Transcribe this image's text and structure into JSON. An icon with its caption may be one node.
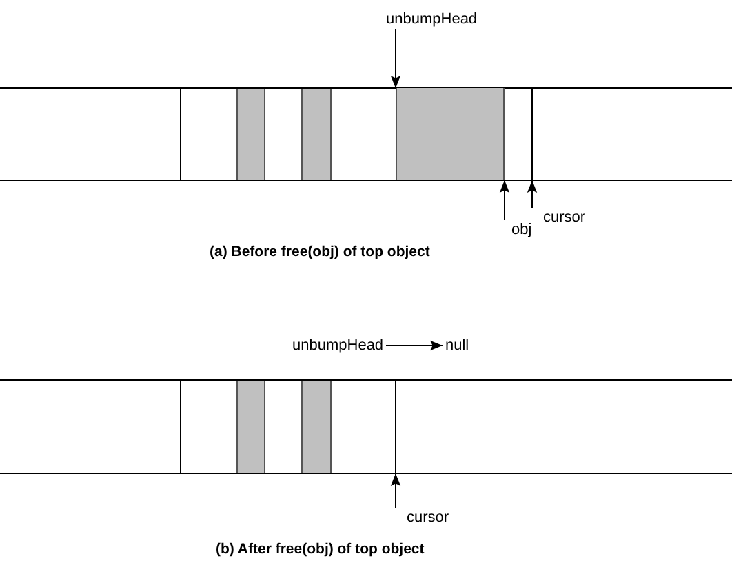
{
  "diagram": {
    "nodes": [
      {
        "text": [
          "unbumpHead"
        ]
      },
      {
        "text": [],
        "shape": "box"
      },
      {
        "text": [
          "obj"
        ]
      },
      {
        "text": [
          "cursor"
        ]
      },
      {
        "text": [
          "unbumpHead"
        ]
      },
      {
        "text": [
          "null"
        ]
      },
      {
        "text": [
          "cursor"
        ]
      }
    ],
    "edges": [
      {
        "from": 0,
        "to": 1,
        "arrow": "to"
      },
      {
        "from": 2,
        "to": 1,
        "arrow": "to"
      },
      {
        "from": 3,
        "to": null,
        "arrow": "to"
      },
      {
        "from": 4,
        "to": 5,
        "arrow": "to"
      },
      {
        "from": 6,
        "to": null,
        "arrow": "to"
      }
    ],
    "labels": [
      "(a) Before free(obj) of top object",
      "(b) After free(obj) of top object"
    ]
  }
}
